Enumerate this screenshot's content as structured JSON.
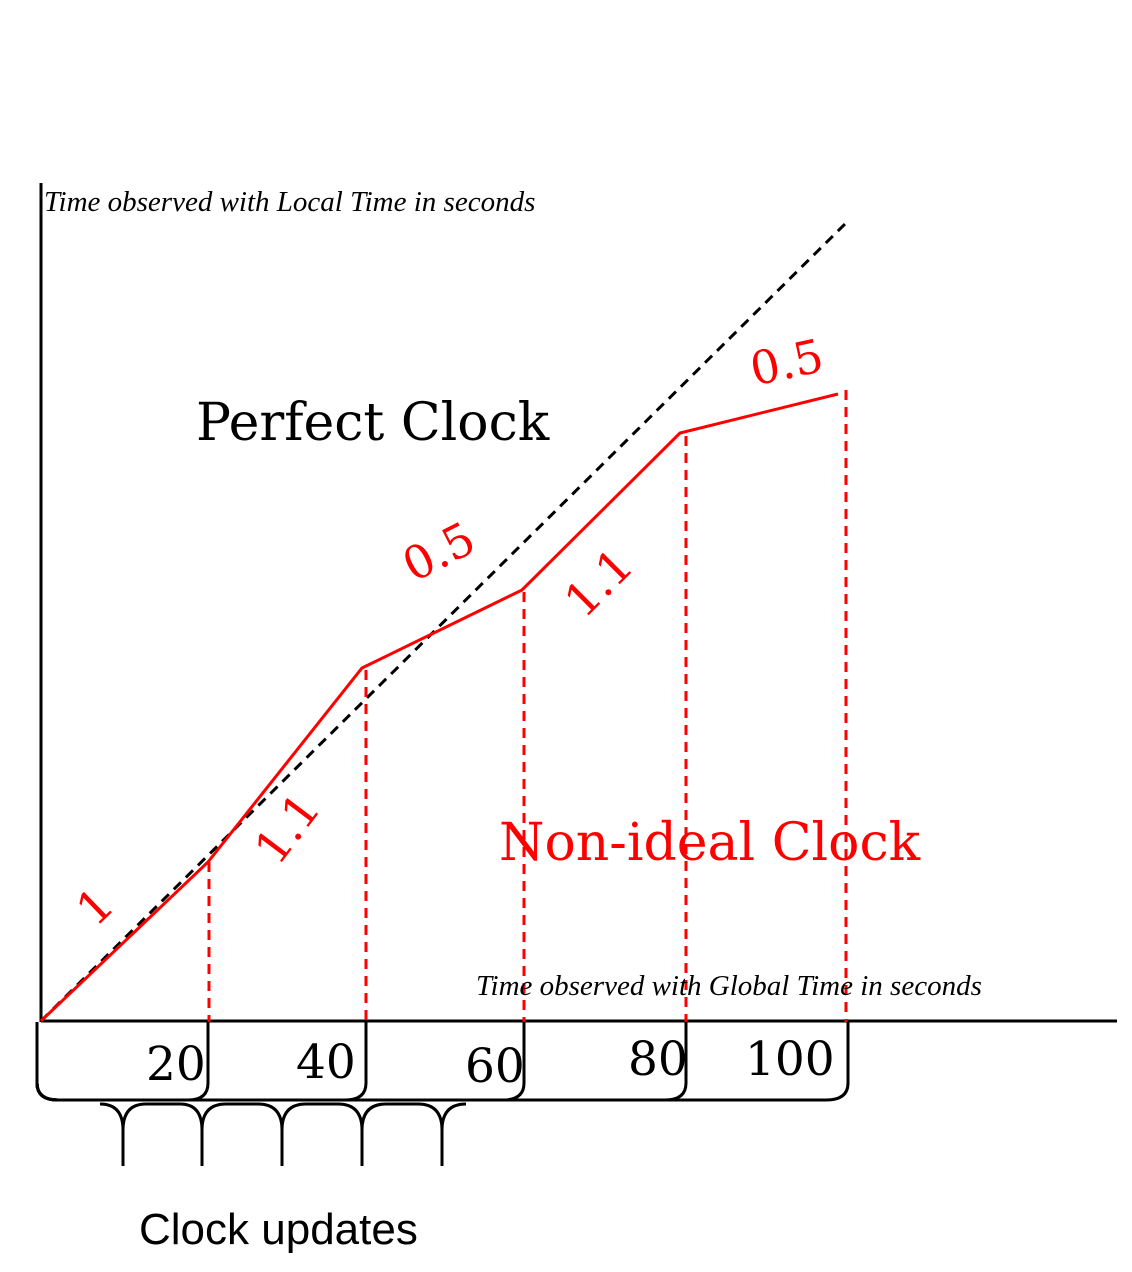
{
  "y_axis_label": "Time observed with Local Time in seconds",
  "x_axis_label": "Time observed with Global Time in seconds",
  "perfect_clock_label": "Perfect Clock",
  "non_ideal_clock_label": "Non-ideal Clock",
  "clock_updates_label": "Clock updates",
  "tick_labels": [
    "20",
    "40",
    "60",
    "80",
    "100"
  ],
  "segment_rates": [
    "1",
    "1.1",
    "0.5",
    "1.1",
    "0.5"
  ],
  "colors": {
    "ideal": "#000000",
    "non_ideal": "#ff0000",
    "axis": "#000000"
  }
}
